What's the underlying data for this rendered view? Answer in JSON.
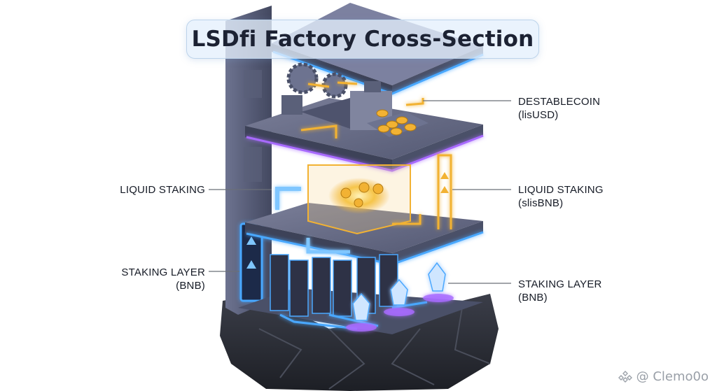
{
  "title": "LSDfi Factory Cross-Section",
  "callouts": {
    "destablecoin": {
      "line1": "DESTABLECOIN",
      "line2": "(lisUSD)"
    },
    "liquid_staking_left": {
      "line1": "LIQUID STAKING"
    },
    "liquid_staking_right": {
      "line1": "LIQUID STAKING",
      "line2": "(slisBNB)"
    },
    "staking_layer_left": {
      "line1": "STAKING LAYER",
      "line2": "(BNB)"
    },
    "staking_layer_right": {
      "line1": "STAKING LAYER",
      "line2": "(BNB)"
    }
  },
  "watermark": {
    "text": "@ Clemo0o"
  },
  "colors": {
    "neon_blue": "#4aa8ff",
    "neon_purple": "#a86bff",
    "gold": "#f2b233",
    "slab": "#4a5068",
    "rock": "#2a2d36"
  }
}
